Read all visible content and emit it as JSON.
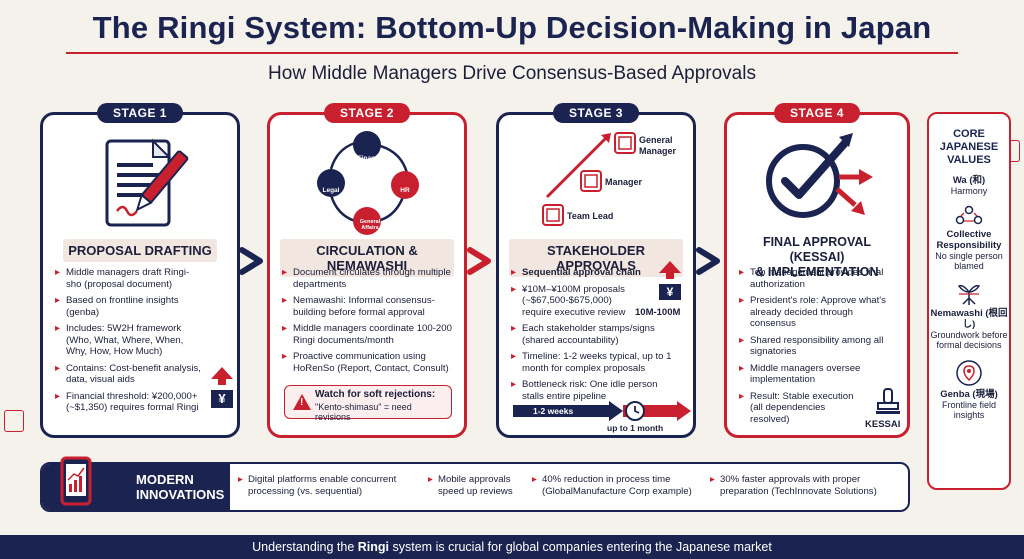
{
  "title": "The Ringi System: Bottom-Up Decision-Making in Japan",
  "subtitle": "How Middle Managers Drive Consensus-Based Approvals",
  "stages": [
    {
      "badge": "STAGE 1",
      "title": "PROPOSAL DRAFTING",
      "bullets": [
        "Middle managers draft Ringi-sho (proposal document)",
        "Based on frontline insights (genba)",
        "Includes: 5W2H framework (Who, What, Where, When, Why, How, How Much)",
        "Contains: Cost-benefit analysis, data, visual aids",
        "Financial threshold: ¥200,000+ (~$1,350) requires formal Ringi"
      ],
      "yen": "¥"
    },
    {
      "badge": "STAGE 2",
      "title": "CIRCULATION & NEMAWASHI",
      "cycle_labels": [
        "Finance",
        "HR",
        "General Affairs",
        "Legal"
      ],
      "bullets": [
        "Document circulates through multiple departments",
        "Nemawashi: Informal consensus-building before formal approval",
        "Middle managers coordinate 100-200 Ringi documents/month",
        "Proactive communication using HoRenSo (Report, Contact, Consult)"
      ],
      "alert_title": "Watch for soft rejections:",
      "alert_sub": "\"Kento-shimasu\" = need revisions",
      "alert_icon": "!"
    },
    {
      "badge": "STAGE 3",
      "title": "STAKEHOLDER APPROVALS",
      "hierarchy": [
        "General Manager",
        "Manager",
        "Team Lead"
      ],
      "bullets": [
        "Sequential approval chain",
        "¥10M–¥100M proposals (~$67,500-$675,000) require executive review",
        "Each stakeholder stamps/signs (shared accountability)",
        "Timeline: 1-2 weeks typical, up to 1 month for complex proposals",
        "Bottleneck risk: One idle person stalls entire pipeline"
      ],
      "range_label": "10M-100M",
      "yen": "¥",
      "timeline_start": "1-2 weeks",
      "timeline_end": "up to 1 month"
    },
    {
      "badge": "STAGE 4",
      "title_line1": "FINAL APPROVAL (KESSAI)",
      "title_line2": "& IMPLEMENTATION",
      "bullets": [
        "Top management provides final authorization",
        "President's role: Approve what's already decided through consensus",
        "Shared responsibility among all signatories",
        "Middle managers oversee implementation",
        "Result: Stable execution (all dependencies resolved)"
      ],
      "stamp_label": "KESSAI"
    }
  ],
  "core_values": {
    "title": "CORE JAPANESE VALUES",
    "items": [
      {
        "name": "Wa (和)",
        "desc": "Harmony"
      },
      {
        "name": "Collective Responsibility",
        "desc": "No single person blamed"
      },
      {
        "name": "Nemawashi (根回し)",
        "desc": "Groundwork before formal decisions"
      },
      {
        "name": "Genba (現場)",
        "desc": "Frontline field insights"
      }
    ]
  },
  "innovations": {
    "label": "MODERN INNOVATIONS",
    "items": [
      "Digital platforms enable concurrent processing (vs. sequential)",
      "Mobile approvals speed up reviews",
      "40% reduction in process time (GlobalManufacture Corp example)",
      "30% faster approvals with proper preparation (TechInnovate Solutions)"
    ]
  },
  "footer": {
    "pre": "Understanding the ",
    "bold": "Ringi",
    "post": " system is crucial for global companies entering the Japanese market"
  },
  "colors": {
    "navy": "#1b2450",
    "red": "#c8202f",
    "background": "#f5f2ec"
  }
}
